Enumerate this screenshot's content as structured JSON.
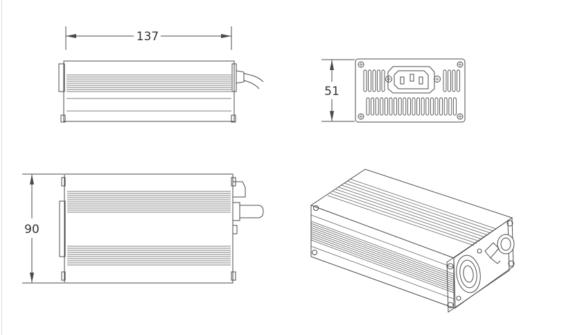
{
  "dimensions": {
    "length": "137",
    "height": "51",
    "width": "90"
  },
  "colors": {
    "line": "#4a4a4a",
    "text": "#333333",
    "background": "#ffffff"
  },
  "views": [
    "top-view",
    "end-view",
    "side-view",
    "isometric-view"
  ],
  "icons": [
    "iec-power-inlet-icon",
    "cooling-fan-icon",
    "cable-gland-icon",
    "screw-icon"
  ]
}
